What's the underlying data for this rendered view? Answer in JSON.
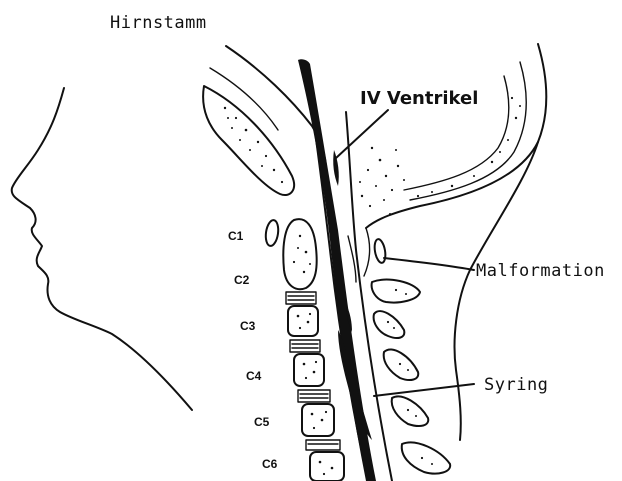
{
  "labels": {
    "brainstem": "Hirnstamm",
    "fourth_ventricle": "IV Ventrikel",
    "malformation": "Malformation",
    "syrinx": "Syring"
  },
  "vertebrae": [
    "C1",
    "C2",
    "C3",
    "C4",
    "C5",
    "C6"
  ],
  "colors": {
    "ink": "#111111",
    "background": "#ffffff"
  }
}
